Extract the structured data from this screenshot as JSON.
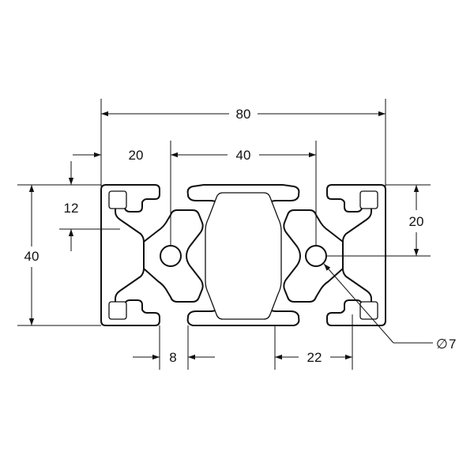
{
  "drawing": {
    "dimensions": {
      "overall_width": "80",
      "hole_offset": "20",
      "hole_spacing": "40",
      "slot_depth": "12",
      "overall_height": "40",
      "half_height": "20",
      "slot_opening": "8",
      "slot_width": "22",
      "hole_diameter_symbol": "∅",
      "hole_diameter": "7"
    },
    "colors": {
      "line": "#111111",
      "background": "#ffffff"
    }
  }
}
